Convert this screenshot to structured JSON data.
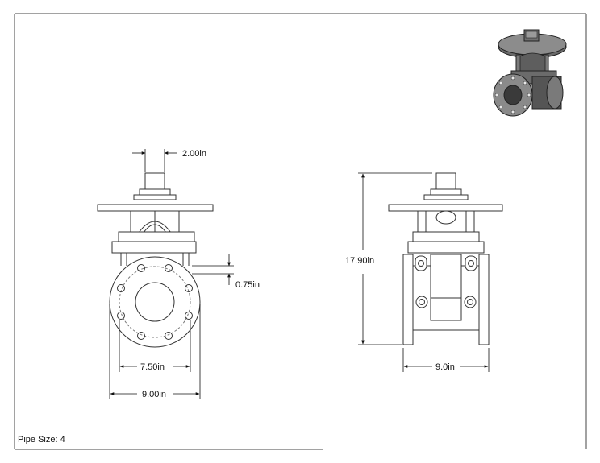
{
  "drawing": {
    "pipe_size_label": "Pipe Size: 4"
  },
  "dimensions": {
    "stem_width": "2.00in",
    "bolt_offset": "0.75in",
    "bolt_circle": "7.50in",
    "flange_diameter": "9.00in",
    "overall_height": "17.90in",
    "face_to_face": "9.0in"
  },
  "colors": {
    "line": "#333333",
    "thin": "#555555",
    "body_fill": "#f4f4f4",
    "iso_dark": "#4a4a4a",
    "iso_mid": "#7a7a7a",
    "iso_light": "#a8a8a8"
  }
}
